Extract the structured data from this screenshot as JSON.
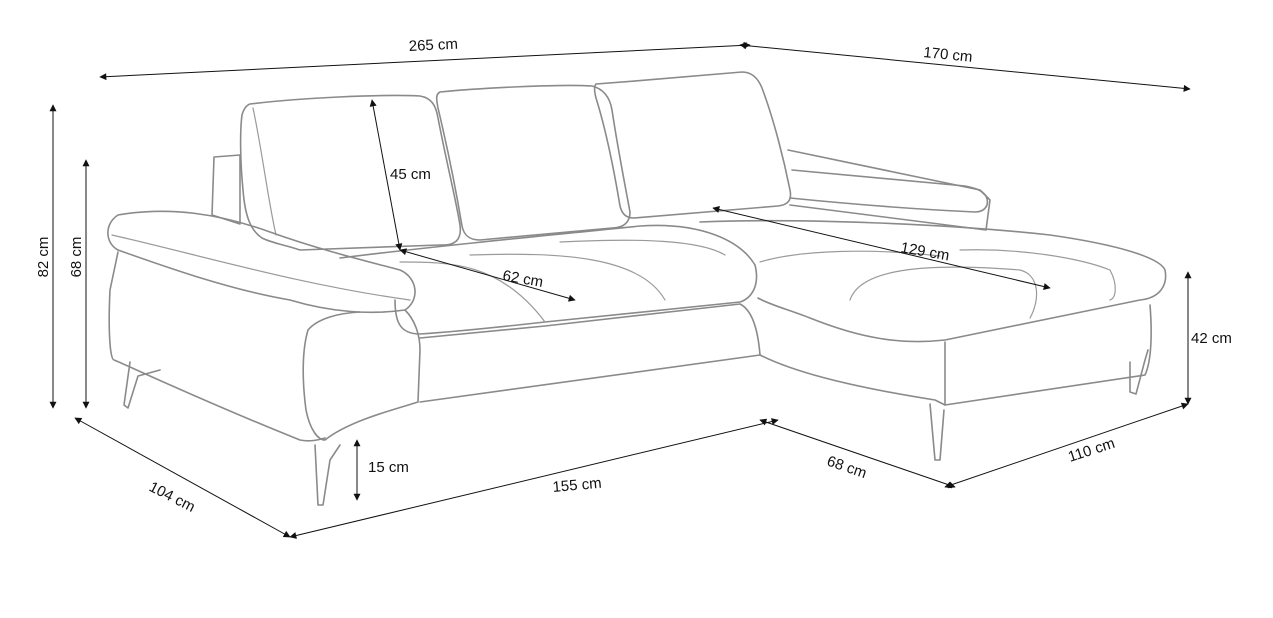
{
  "colors": {
    "outline": "#8a8a8a",
    "dimension": "#111111",
    "background": "#ffffff"
  },
  "dimensions": {
    "total_width": "265 cm",
    "chaise_depth": "170 cm",
    "total_height": "82 cm",
    "back_height": "68 cm",
    "cushion_height": "45 cm",
    "seat_depth": "62 cm",
    "chaise_length": "129 cm",
    "seat_height": "42 cm",
    "leg_height": "15 cm",
    "sofa_depth": "104 cm",
    "front_width": "155 cm",
    "chaise_front": "68 cm",
    "chaise_side": "110 cm"
  }
}
